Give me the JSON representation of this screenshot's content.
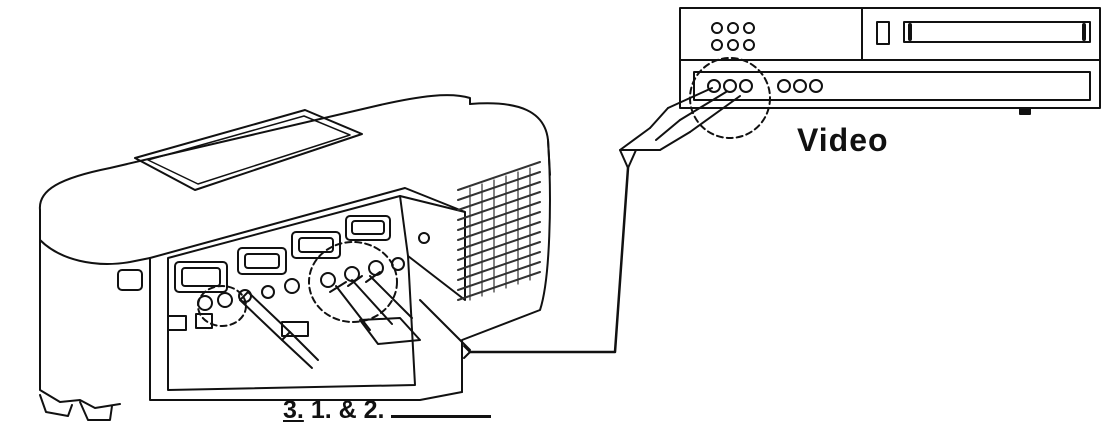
{
  "labels": {
    "device": "Video",
    "step_number": "3.",
    "step_text": "1. & 2."
  },
  "colors": {
    "line": "#111111",
    "background": "#ffffff",
    "vent": "#333333"
  }
}
